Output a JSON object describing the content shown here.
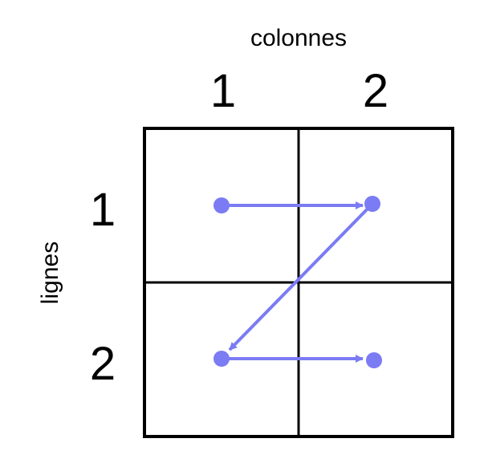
{
  "axes": {
    "column_title": "colonnes",
    "row_title": "lignes"
  },
  "columns": [
    "1",
    "2"
  ],
  "rows": [
    "1",
    "2"
  ],
  "grid": {
    "stroke_color": "#000000"
  },
  "path": {
    "color": "#7b7bf4",
    "order": [
      {
        "row": 1,
        "col": 1
      },
      {
        "row": 1,
        "col": 2
      },
      {
        "row": 2,
        "col": 1
      },
      {
        "row": 2,
        "col": 2
      }
    ]
  }
}
